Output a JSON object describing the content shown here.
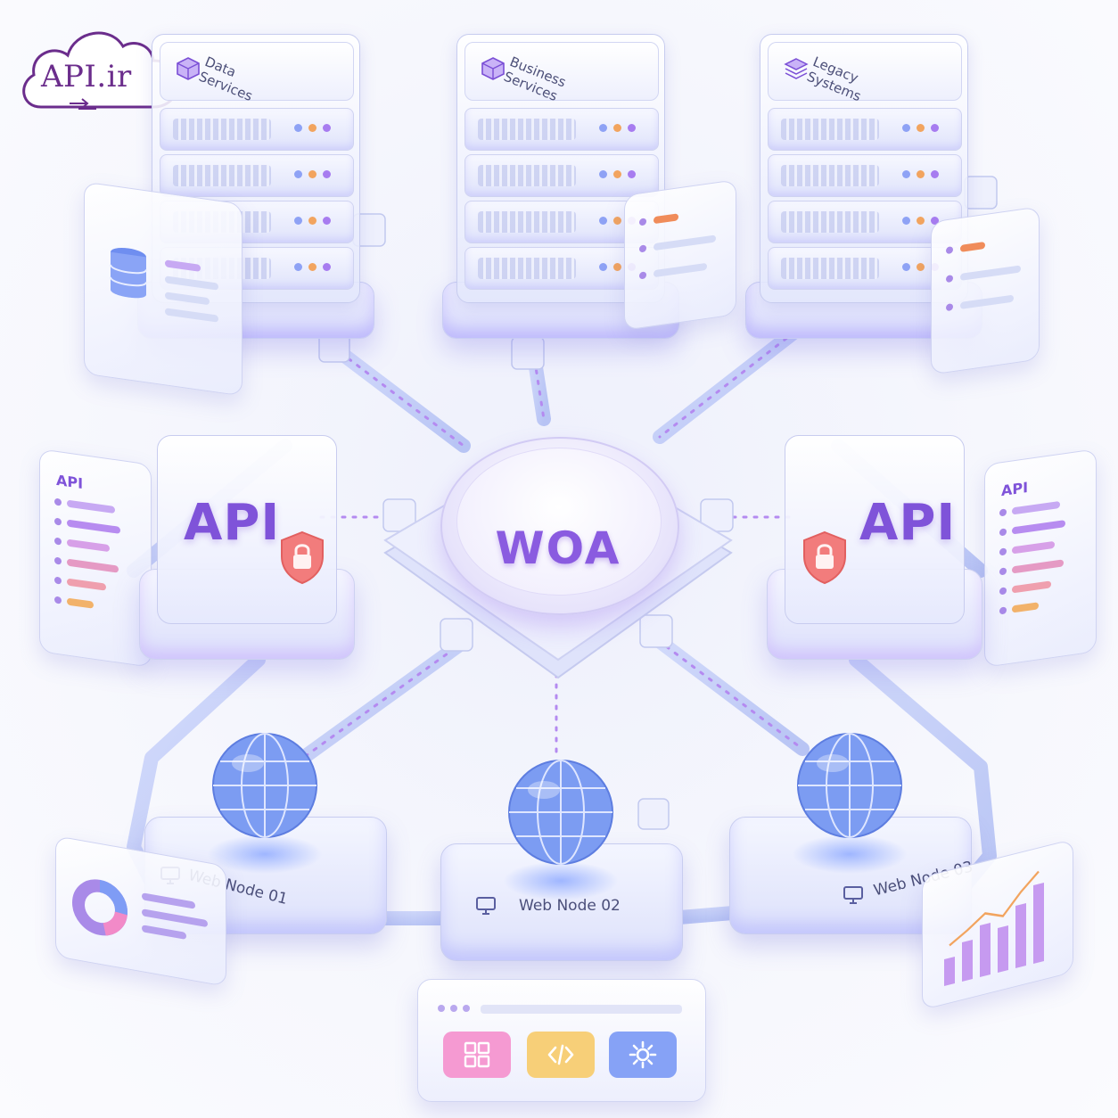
{
  "logo": {
    "text": "API.ir",
    "color": "#6b2d8c"
  },
  "hub": {
    "label": "WOA"
  },
  "services": [
    {
      "label": "Data\nServices",
      "icon": "cube-icon"
    },
    {
      "label": "Business\nServices",
      "icon": "cube-icon"
    },
    {
      "label": "Legacy\nSystems",
      "icon": "layers-icon"
    }
  ],
  "api_modules": [
    {
      "label": "API",
      "panel_title": "API",
      "icon": "shield-lock-icon"
    },
    {
      "label": "API",
      "panel_title": "API",
      "icon": "shield-lock-icon"
    }
  ],
  "web_nodes": [
    {
      "label": "Web Node 01",
      "icon": "monitor-icon"
    },
    {
      "label": "Web Node 02",
      "icon": "monitor-icon"
    },
    {
      "label": "Web Node 03",
      "icon": "monitor-icon"
    }
  ],
  "toolbar": {
    "buttons": [
      {
        "icon": "grid-icon",
        "color": "#f28ac8"
      },
      {
        "icon": "code-icon",
        "color": "#f5c96b"
      },
      {
        "icon": "gear-icon",
        "color": "#7f9cf5"
      }
    ]
  },
  "colors": {
    "accent": "#8a5be0",
    "wire": "#a9b8f2",
    "lock": "#f07a7a"
  }
}
